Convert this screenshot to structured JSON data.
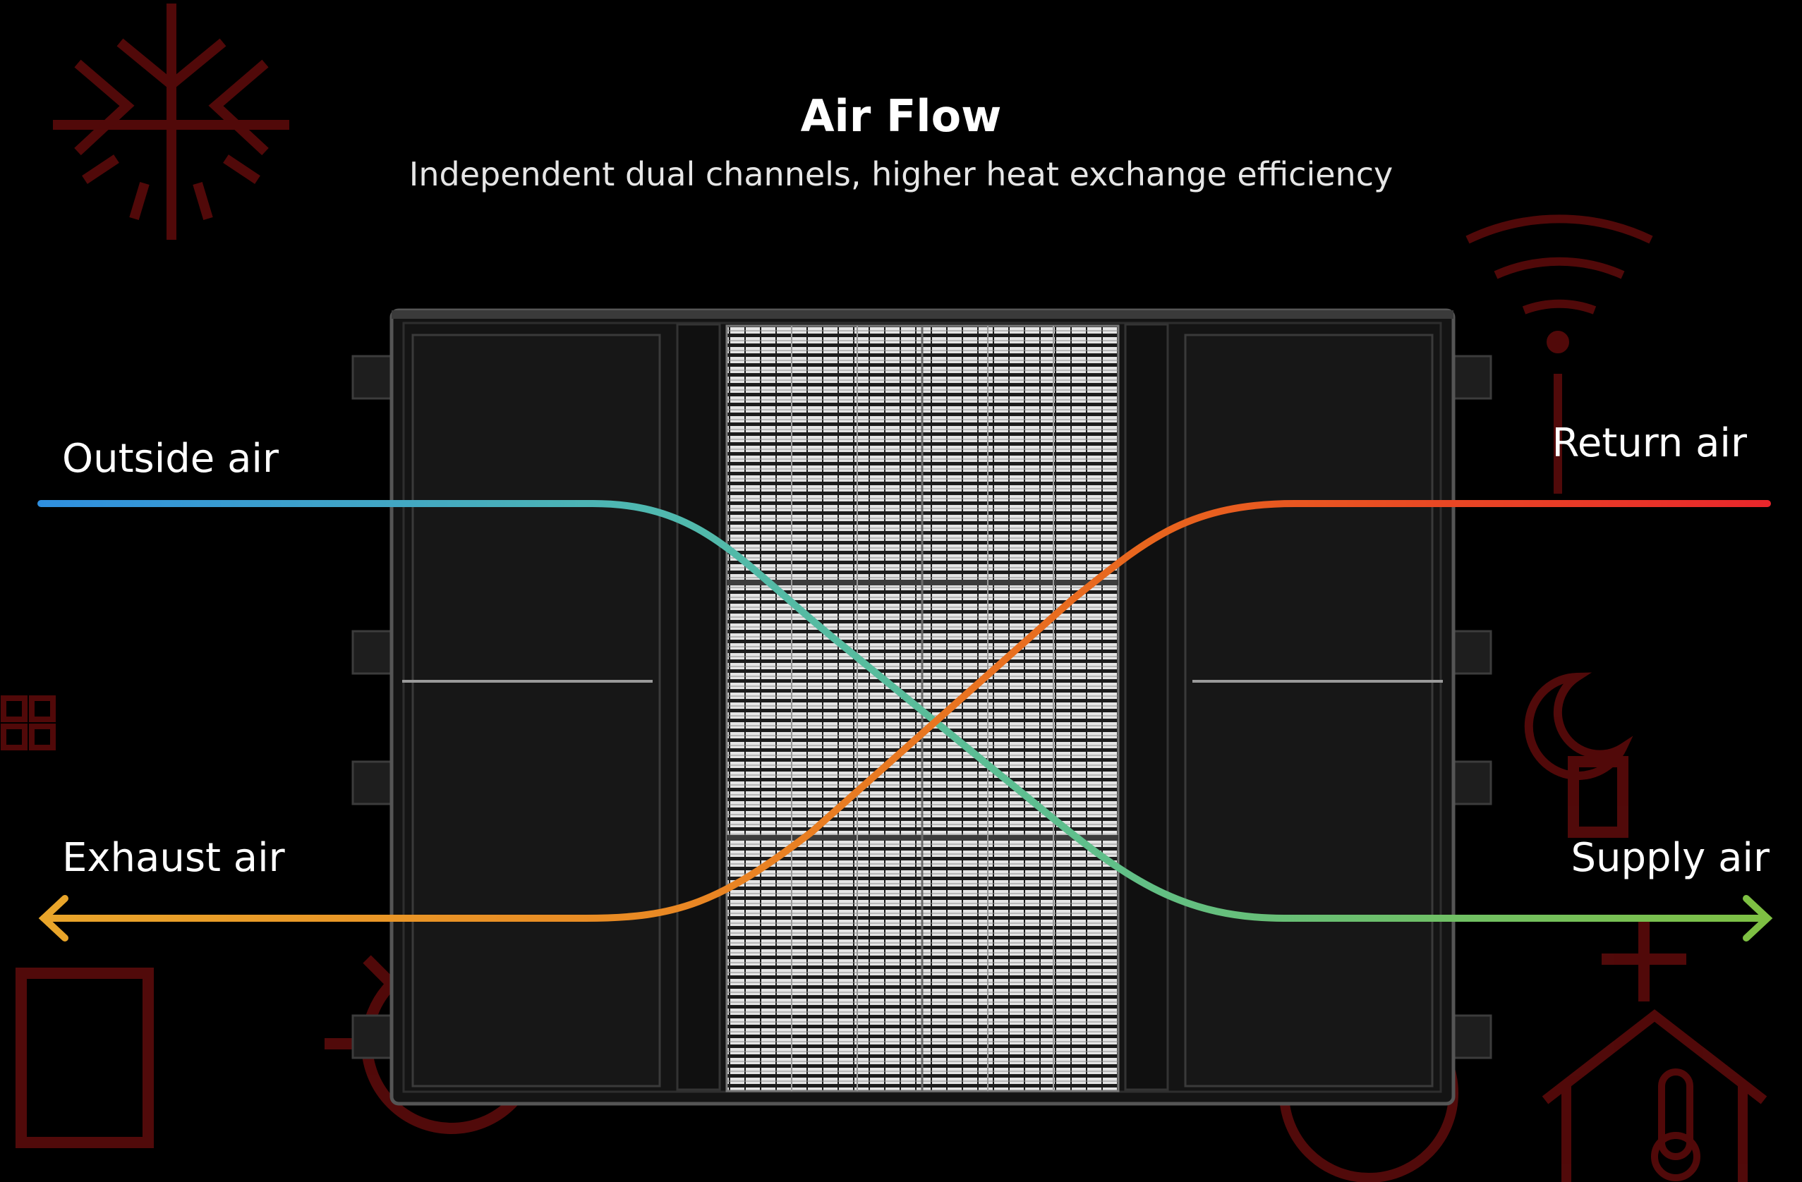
{
  "header": {
    "title": "Air Flow",
    "subtitle": "Independent dual channels, higher heat exchange efficiency"
  },
  "flows": {
    "outside_air": "Outside air",
    "return_air": "Return air",
    "exhaust_air": "Exhaust air",
    "supply_air": "Supply air"
  },
  "colors": {
    "background": "#000000",
    "outside_air_start": "#2f8fe0",
    "outside_air_mid": "#4fb8b0",
    "supply_air_end": "#7ec043",
    "return_air_start": "#e8262b",
    "return_air_mid": "#e8641e",
    "exhaust_air_end": "#e9a52a",
    "unit_body": "#151515",
    "unit_frame": "#4a4a4a",
    "heat_exchanger": "#d9d9d9",
    "background_icons": "#5a0b0b"
  },
  "icons": {
    "background_decor": [
      "snowflake-sun-icon",
      "wifi-icon",
      "water-drop-icon",
      "home-icon",
      "moon-icon",
      "thermometer-icon"
    ]
  }
}
